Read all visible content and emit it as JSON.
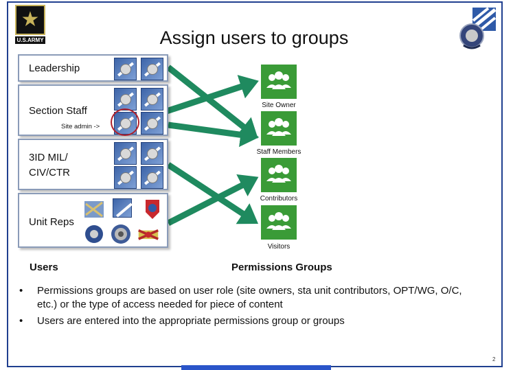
{
  "logos": {
    "army_text": "U.S.ARMY"
  },
  "title": "Assign users to groups",
  "user_groups": [
    {
      "label": "Leadership"
    },
    {
      "label": "Section Staff"
    },
    {
      "label": "3ID MIL/\nCIV/CTR"
    },
    {
      "label": "Unit Reps"
    }
  ],
  "site_admin_label": "Site admin ->",
  "permission_groups": [
    {
      "label": "Site Owner"
    },
    {
      "label": "Staff Members"
    },
    {
      "label": "Contributors"
    },
    {
      "label": "Visitors"
    }
  ],
  "headings": {
    "users": "Users",
    "permissions": "Permissions Groups"
  },
  "bullets": [
    "Permissions groups are based on user role (site owners, sta                           unit contributors, OPT/WG, O/C,  etc.) or the type of access needed for piece of content",
    "Users are entered into the appropriate permissions group or groups"
  ],
  "page_number": "2",
  "colors": {
    "arrow": "#1f8a5f",
    "tile": "#3a9b37",
    "border": "#1f3f8f",
    "admin_circle": "#b0202b"
  },
  "icons": [
    "army-star-icon",
    "3id-patch-icon",
    "users-group-icon",
    "unit-insignia-icon"
  ]
}
